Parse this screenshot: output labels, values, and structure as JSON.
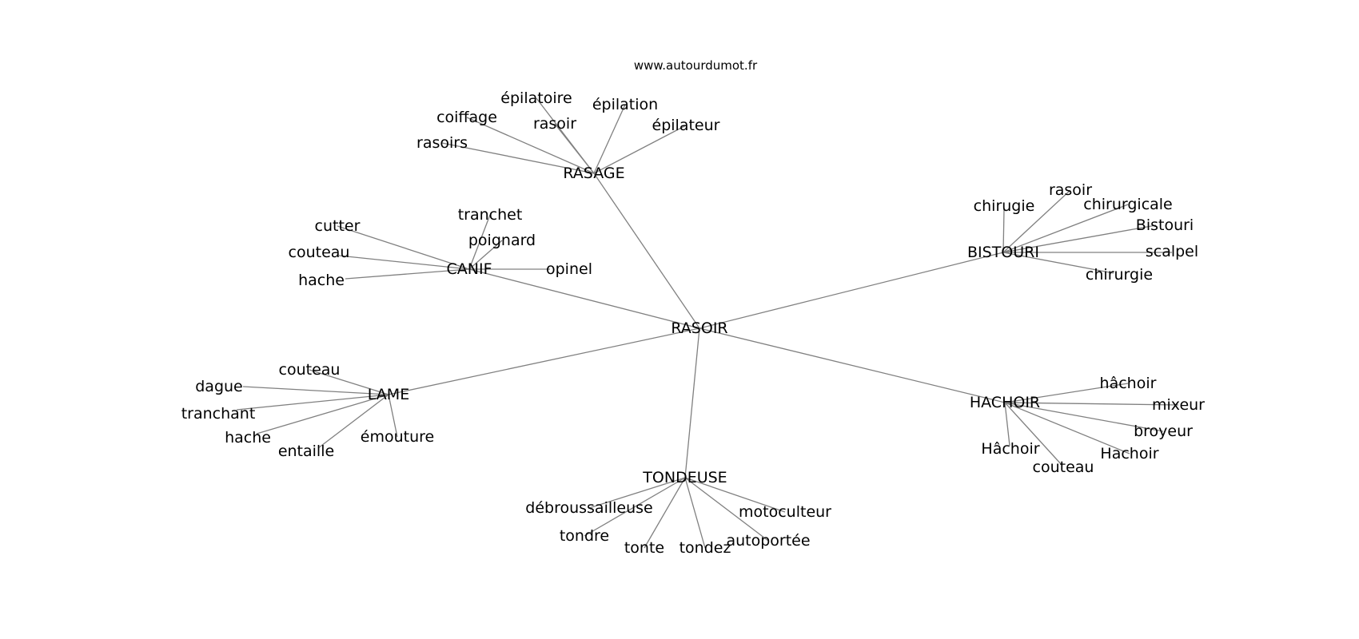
{
  "source": "www.autourdumot.fr",
  "center": "RASOIR",
  "clusters": [
    {
      "hub": "RASAGE",
      "leaves": [
        "épilatoire",
        "coiffage",
        "rasoir",
        "épilation",
        "épilateur",
        "rasoirs"
      ]
    },
    {
      "hub": "CANIF",
      "leaves": [
        "cutter",
        "tranchet",
        "poignard",
        "couteau",
        "opinel",
        "hache"
      ]
    },
    {
      "hub": "BISTOURI",
      "leaves": [
        "chirugie",
        "rasoir",
        "chirurgicale",
        "Bistouri",
        "scalpel",
        "chirurgie"
      ]
    },
    {
      "hub": "LAME",
      "leaves": [
        "couteau",
        "dague",
        "tranchant",
        "hache",
        "entaille",
        "émouture"
      ]
    },
    {
      "hub": "HACHOIR",
      "leaves": [
        "hâchoir",
        "mixeur",
        "broyeur",
        "Hâchoir",
        "Hachoir",
        "couteau"
      ]
    },
    {
      "hub": "TONDEUSE",
      "leaves": [
        "débroussailleuse",
        "motoculteur",
        "tondre",
        "tonte",
        "tondez",
        "autoportée"
      ]
    }
  ]
}
